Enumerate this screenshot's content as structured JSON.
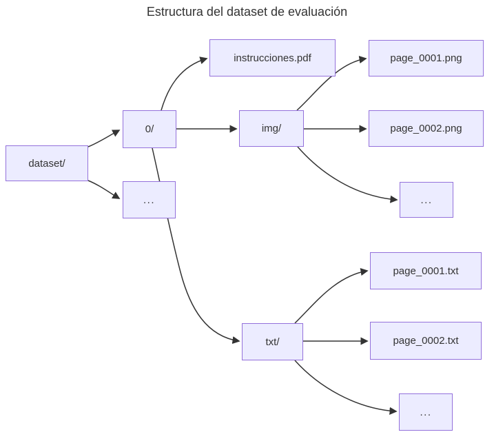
{
  "title": "Estructura del dataset de evaluación",
  "diagram": {
    "type": "flowchart",
    "direction": "LR",
    "nodes": [
      {
        "id": "dataset",
        "label": "dataset/"
      },
      {
        "id": "zero",
        "label": "0/"
      },
      {
        "id": "ellipsis1",
        "label": "..."
      },
      {
        "id": "instrucciones",
        "label": "instrucciones.pdf"
      },
      {
        "id": "img",
        "label": "img/"
      },
      {
        "id": "page0001png",
        "label": "page_0001.png"
      },
      {
        "id": "page0002png",
        "label": "page_0002.png"
      },
      {
        "id": "ellipsis2",
        "label": "..."
      },
      {
        "id": "txt",
        "label": "txt/"
      },
      {
        "id": "page0001txt",
        "label": "page_0001.txt"
      },
      {
        "id": "page0002txt",
        "label": "page_0002.txt"
      },
      {
        "id": "ellipsis3",
        "label": "..."
      }
    ],
    "edges": [
      {
        "from": "dataset",
        "to": "zero"
      },
      {
        "from": "dataset",
        "to": "ellipsis1"
      },
      {
        "from": "zero",
        "to": "instrucciones"
      },
      {
        "from": "zero",
        "to": "img"
      },
      {
        "from": "zero",
        "to": "txt"
      },
      {
        "from": "img",
        "to": "page0001png"
      },
      {
        "from": "img",
        "to": "page0002png"
      },
      {
        "from": "img",
        "to": "ellipsis2"
      },
      {
        "from": "txt",
        "to": "page0001txt"
      },
      {
        "from": "txt",
        "to": "page0002txt"
      },
      {
        "from": "txt",
        "to": "ellipsis3"
      }
    ],
    "colors": {
      "node_fill": "#ECECFF",
      "node_border": "#9370DB",
      "edge": "#333333",
      "text": "#333333",
      "background": "#FFFFFF"
    }
  }
}
